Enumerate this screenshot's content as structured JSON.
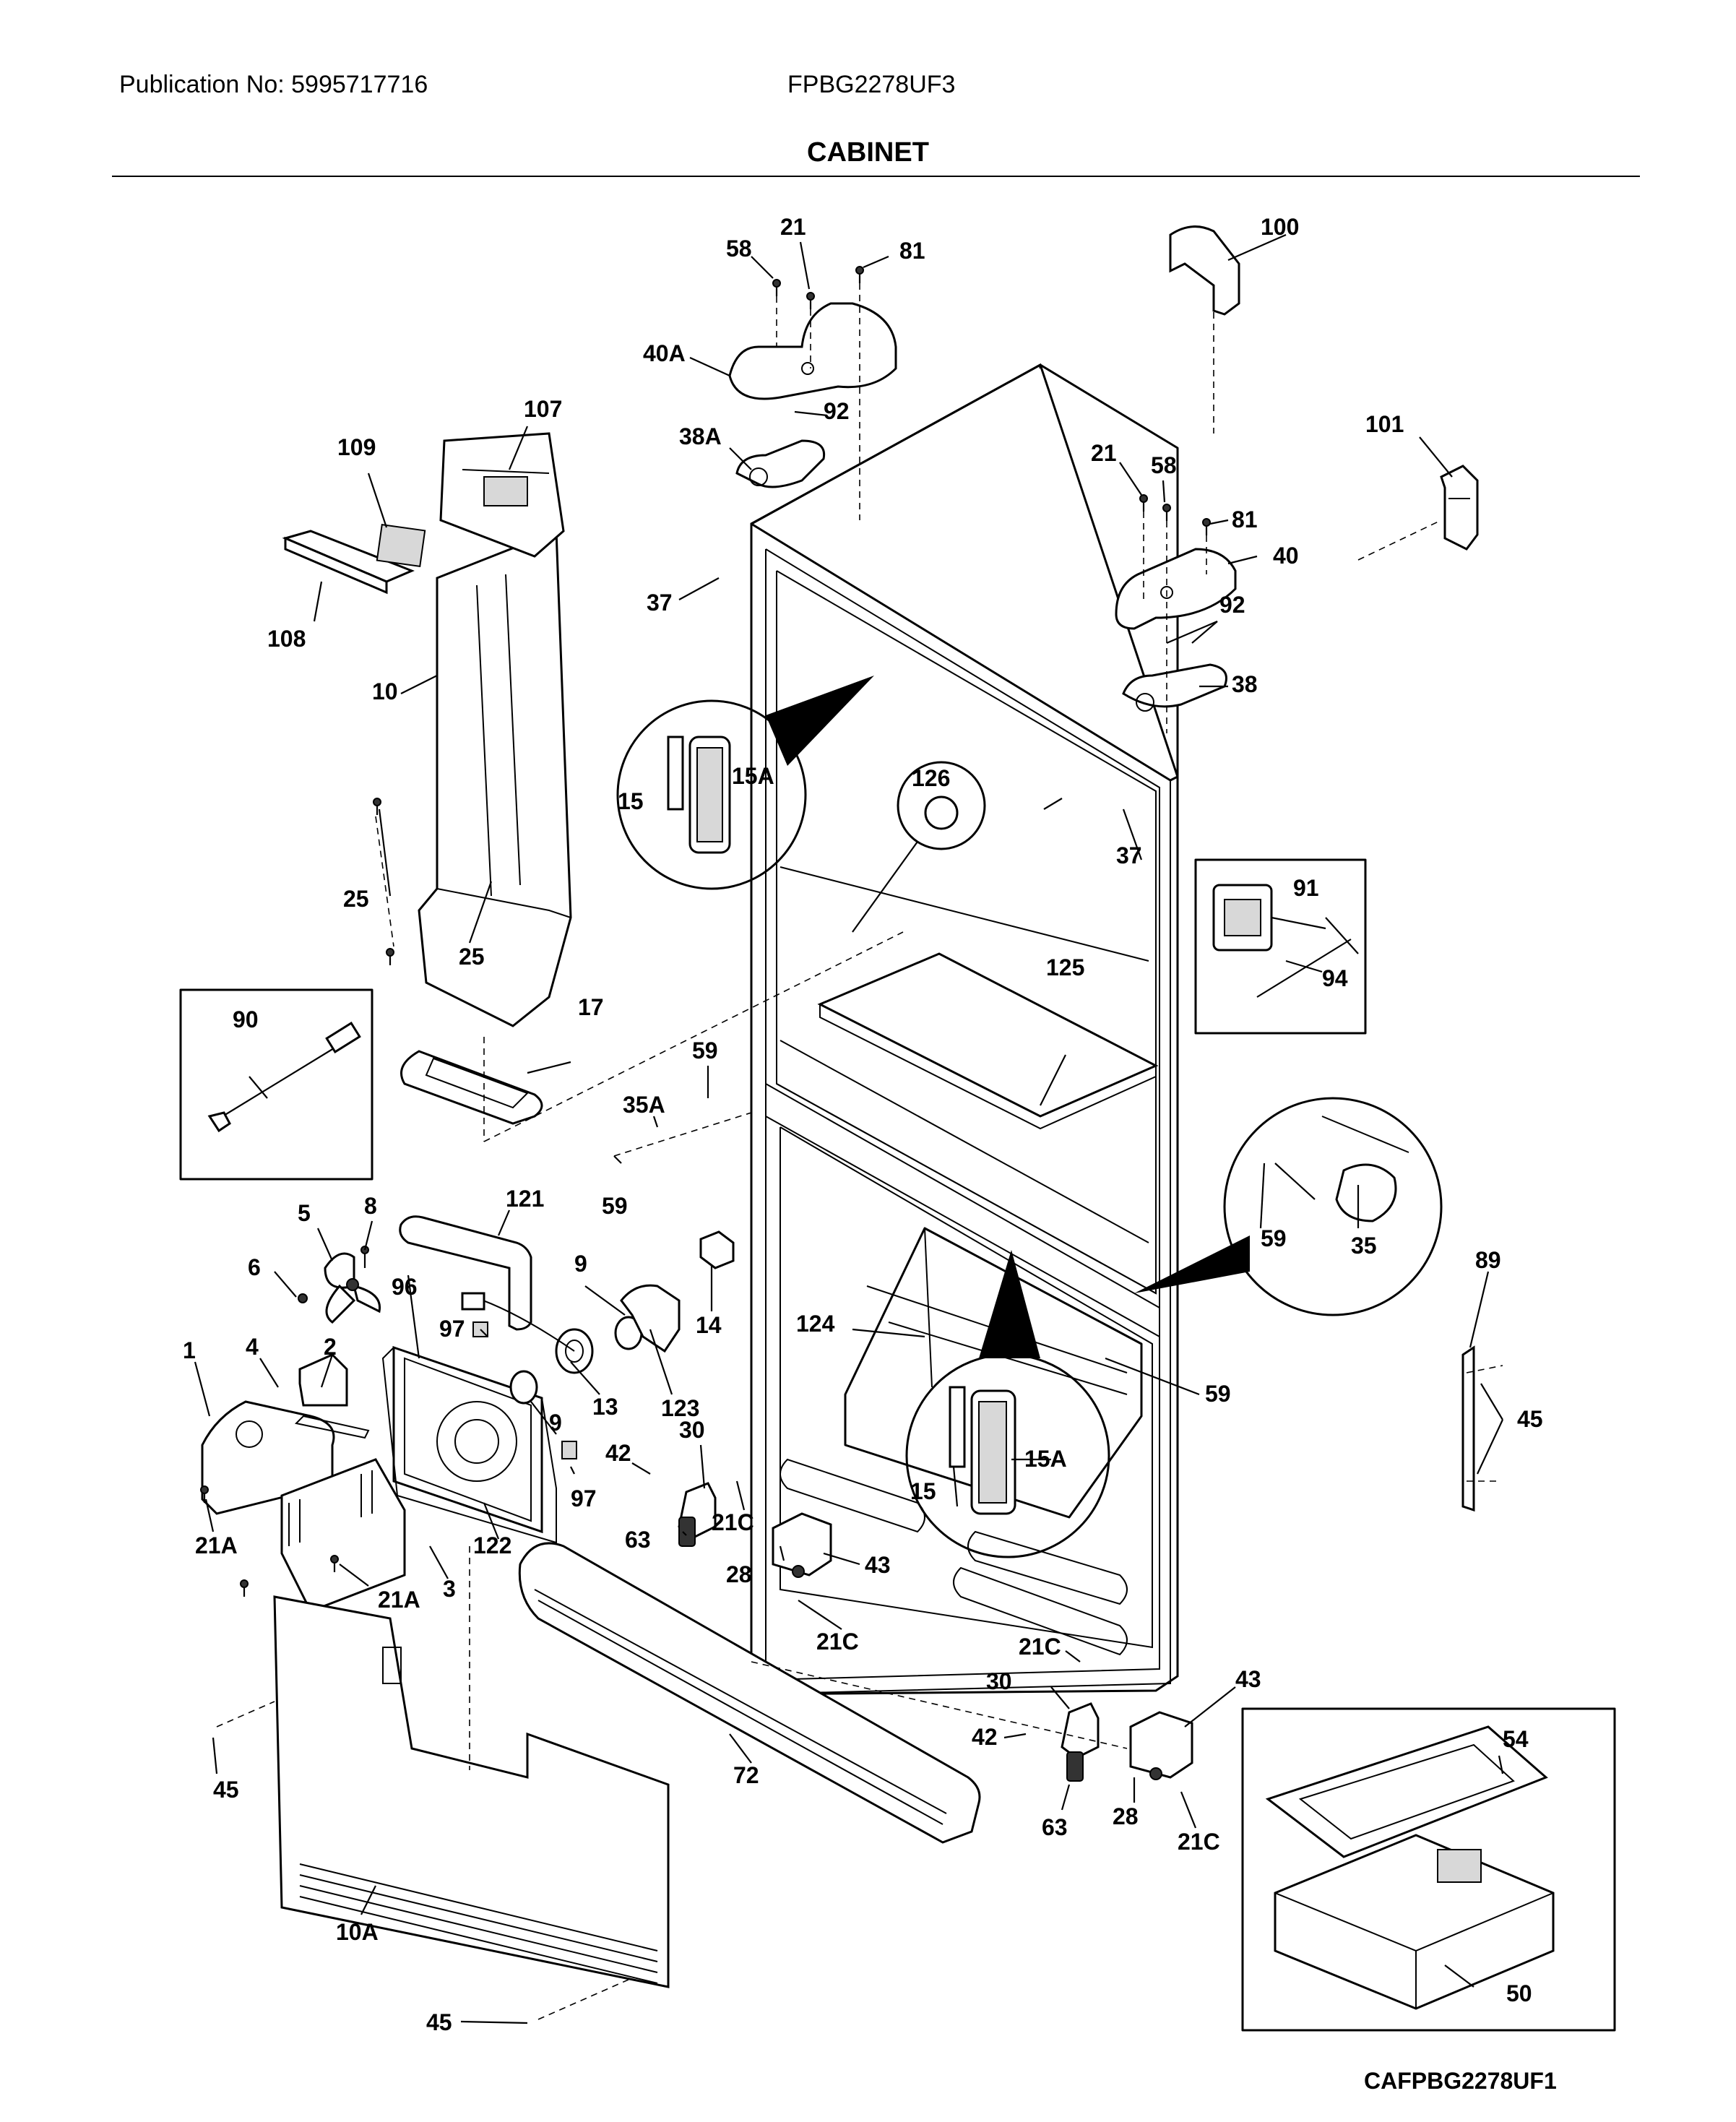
{
  "header": {
    "publication": "Publication No: 5995717716",
    "model": "FPBG2278UF3",
    "title": "CABINET"
  },
  "footer": {
    "diagram_code": "CAFPBG2278UF1"
  },
  "callouts": [
    {
      "id": "c-21-top",
      "label": "21"
    },
    {
      "id": "c-58-top",
      "label": "58"
    },
    {
      "id": "c-81-top",
      "label": "81"
    },
    {
      "id": "c-100",
      "label": "100"
    },
    {
      "id": "c-40A",
      "label": "40A"
    },
    {
      "id": "c-92-top",
      "label": "92"
    },
    {
      "id": "c-38A",
      "label": "38A"
    },
    {
      "id": "c-107",
      "label": "107"
    },
    {
      "id": "c-109",
      "label": "109"
    },
    {
      "id": "c-101",
      "label": "101"
    },
    {
      "id": "c-21-mid",
      "label": "21"
    },
    {
      "id": "c-58-mid",
      "label": "58"
    },
    {
      "id": "c-81-mid",
      "label": "81"
    },
    {
      "id": "c-40",
      "label": "40"
    },
    {
      "id": "c-92-mid",
      "label": "92"
    },
    {
      "id": "c-38",
      "label": "38"
    },
    {
      "id": "c-37-left",
      "label": "37"
    },
    {
      "id": "c-108",
      "label": "108"
    },
    {
      "id": "c-10",
      "label": "10"
    },
    {
      "id": "c-15-a",
      "label": "15"
    },
    {
      "id": "c-15A-a",
      "label": "15A"
    },
    {
      "id": "c-126",
      "label": "126"
    },
    {
      "id": "c-37-right",
      "label": "37"
    },
    {
      "id": "c-91",
      "label": "91"
    },
    {
      "id": "c-94",
      "label": "94"
    },
    {
      "id": "c-25-a",
      "label": "25"
    },
    {
      "id": "c-25-b",
      "label": "25"
    },
    {
      "id": "c-17",
      "label": "17"
    },
    {
      "id": "c-125",
      "label": "125"
    },
    {
      "id": "c-90",
      "label": "90"
    },
    {
      "id": "c-59-a",
      "label": "59"
    },
    {
      "id": "c-35A",
      "label": "35A"
    },
    {
      "id": "c-59-b",
      "label": "59"
    },
    {
      "id": "c-59-c",
      "label": "59"
    },
    {
      "id": "c-35",
      "label": "35"
    },
    {
      "id": "c-5",
      "label": "5"
    },
    {
      "id": "c-8",
      "label": "8"
    },
    {
      "id": "c-121",
      "label": "121"
    },
    {
      "id": "c-6",
      "label": "6"
    },
    {
      "id": "c-96",
      "label": "96"
    },
    {
      "id": "c-9-a",
      "label": "9"
    },
    {
      "id": "c-14",
      "label": "14"
    },
    {
      "id": "c-89",
      "label": "89"
    },
    {
      "id": "c-97-a",
      "label": "97"
    },
    {
      "id": "c-124",
      "label": "124"
    },
    {
      "id": "c-1",
      "label": "1"
    },
    {
      "id": "c-4",
      "label": "4"
    },
    {
      "id": "c-2",
      "label": "2"
    },
    {
      "id": "c-13",
      "label": "13"
    },
    {
      "id": "c-123",
      "label": "123"
    },
    {
      "id": "c-59-d",
      "label": "59"
    },
    {
      "id": "c-45-right",
      "label": "45"
    },
    {
      "id": "c-9-b",
      "label": "9"
    },
    {
      "id": "c-30-a",
      "label": "30"
    },
    {
      "id": "c-42-a",
      "label": "42"
    },
    {
      "id": "c-97-b",
      "label": "97"
    },
    {
      "id": "c-15-b",
      "label": "15"
    },
    {
      "id": "c-15A-b",
      "label": "15A"
    },
    {
      "id": "c-21A-a",
      "label": "21A"
    },
    {
      "id": "c-122",
      "label": "122"
    },
    {
      "id": "c-63-a",
      "label": "63"
    },
    {
      "id": "c-21C-a",
      "label": "21C"
    },
    {
      "id": "c-28-a",
      "label": "28"
    },
    {
      "id": "c-43-a",
      "label": "43"
    },
    {
      "id": "c-21A-b",
      "label": "21A"
    },
    {
      "id": "c-3",
      "label": "3"
    },
    {
      "id": "c-21C-b",
      "label": "21C"
    },
    {
      "id": "c-21C-c",
      "label": "21C"
    },
    {
      "id": "c-43-b",
      "label": "43"
    },
    {
      "id": "c-30-b",
      "label": "30"
    },
    {
      "id": "c-42-b",
      "label": "42"
    },
    {
      "id": "c-54",
      "label": "54"
    },
    {
      "id": "c-45-a",
      "label": "45"
    },
    {
      "id": "c-72",
      "label": "72"
    },
    {
      "id": "c-28-b",
      "label": "28"
    },
    {
      "id": "c-63-b",
      "label": "63"
    },
    {
      "id": "c-21C-d",
      "label": "21C"
    },
    {
      "id": "c-10A",
      "label": "10A"
    },
    {
      "id": "c-50",
      "label": "50"
    },
    {
      "id": "c-45-b",
      "label": "45"
    }
  ]
}
